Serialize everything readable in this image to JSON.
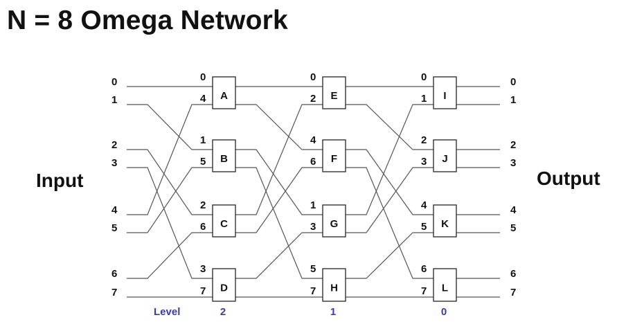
{
  "title": "N = 8 Omega Network",
  "input_label": "Input",
  "output_label": "Output",
  "inputs": [
    "0",
    "1",
    "2",
    "3",
    "4",
    "5",
    "6",
    "7"
  ],
  "outputs": [
    "0",
    "1",
    "2",
    "3",
    "4",
    "5",
    "6",
    "7"
  ],
  "level_word": "Level",
  "stages": [
    {
      "level": "2",
      "switches": [
        {
          "name": "A",
          "ports": [
            "0",
            "4"
          ]
        },
        {
          "name": "B",
          "ports": [
            "1",
            "5"
          ]
        },
        {
          "name": "C",
          "ports": [
            "2",
            "6"
          ]
        },
        {
          "name": "D",
          "ports": [
            "3",
            "7"
          ]
        }
      ]
    },
    {
      "level": "1",
      "switches": [
        {
          "name": "E",
          "ports": [
            "0",
            "2"
          ]
        },
        {
          "name": "F",
          "ports": [
            "4",
            "6"
          ]
        },
        {
          "name": "G",
          "ports": [
            "1",
            "3"
          ]
        },
        {
          "name": "H",
          "ports": [
            "5",
            "7"
          ]
        }
      ]
    },
    {
      "level": "0",
      "switches": [
        {
          "name": "I",
          "ports": [
            "0",
            "1"
          ]
        },
        {
          "name": "J",
          "ports": [
            "2",
            "3"
          ]
        },
        {
          "name": "K",
          "ports": [
            "4",
            "5"
          ]
        },
        {
          "name": "L",
          "ports": [
            "6",
            "7"
          ]
        }
      ]
    }
  ],
  "colors": {
    "level": "#3a3ab0",
    "wire": "#555555",
    "text": "#111111"
  }
}
